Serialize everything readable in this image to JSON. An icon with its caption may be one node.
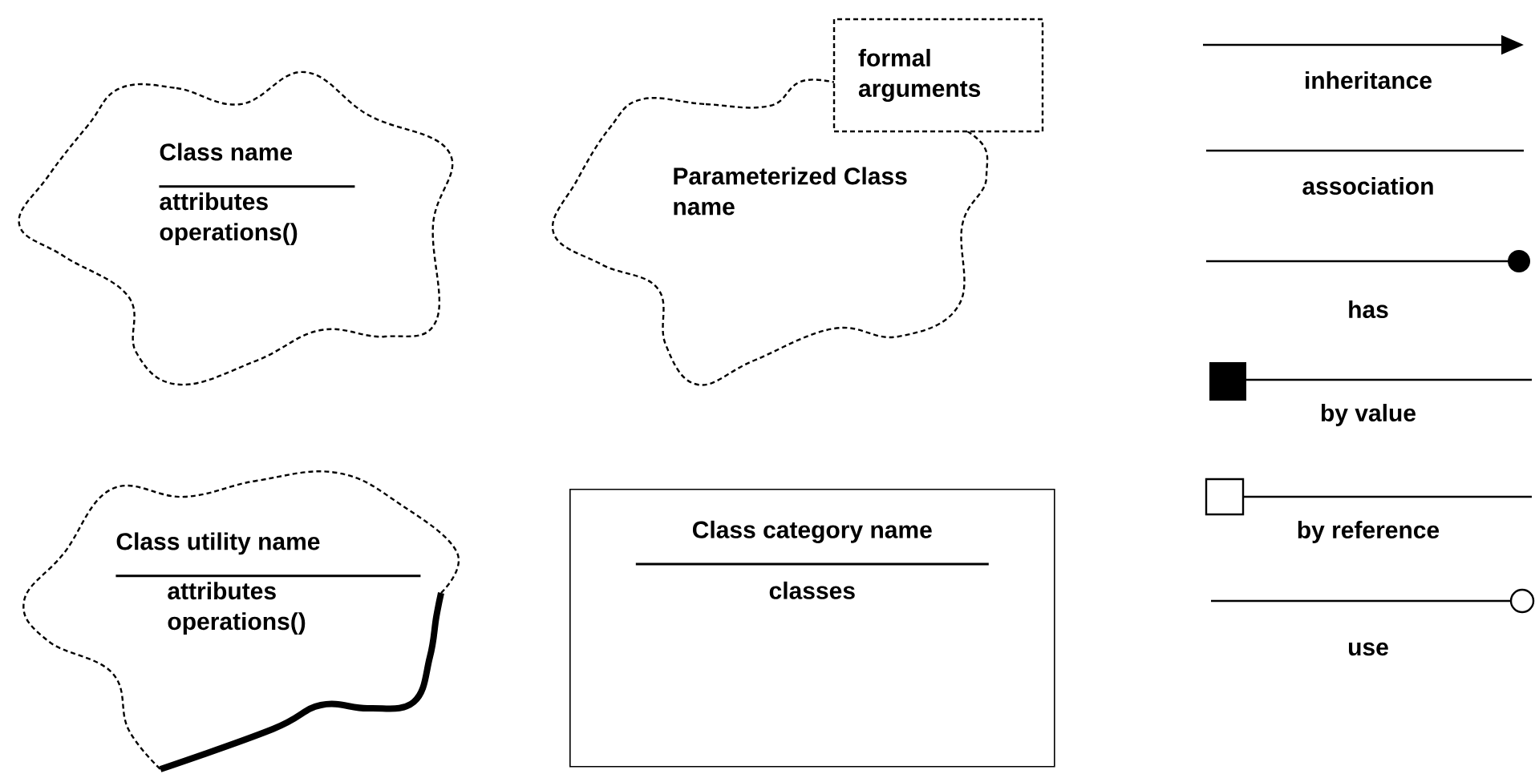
{
  "diagram": {
    "nodes": [
      {
        "text": [
          "Class name",
          "attributes operations()"
        ]
      },
      {
        "text": [
          "Parameterized Class name"
        ]
      },
      {
        "text": [
          "formal arguments"
        ]
      },
      {
        "text": [
          "Class utility name",
          "attributes operations()"
        ]
      },
      {
        "text": [
          "Class category name",
          "classes"
        ]
      }
    ],
    "legend": [
      {
        "text": "inheritance"
      },
      {
        "text": "association"
      },
      {
        "text": "has"
      },
      {
        "text": "by value"
      },
      {
        "text": "by reference"
      },
      {
        "text": "use"
      }
    ]
  }
}
